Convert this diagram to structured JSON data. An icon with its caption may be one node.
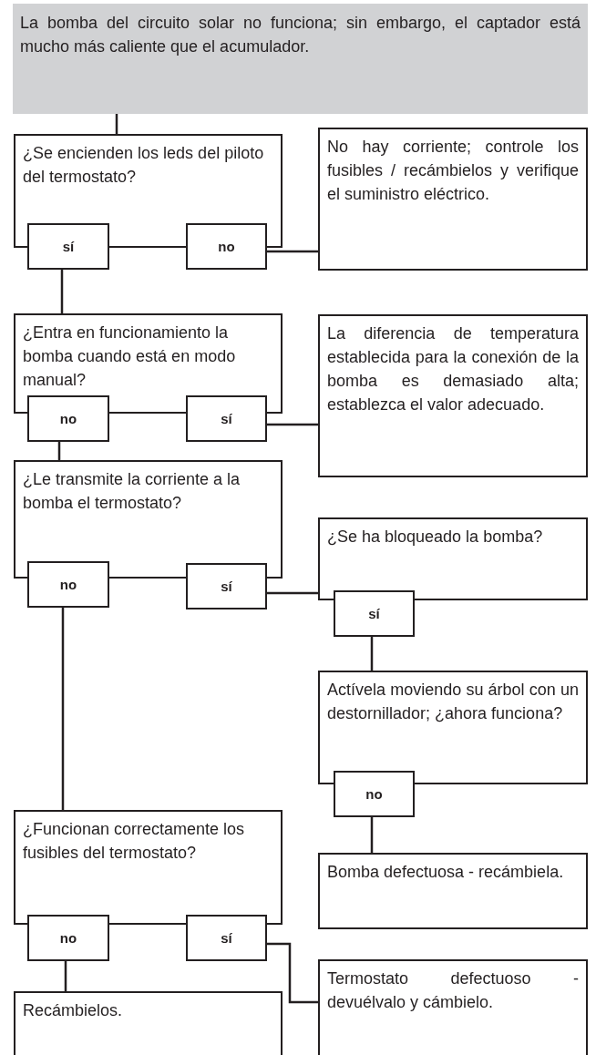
{
  "diagram": {
    "nodes": [
      {
        "text": [
          "La bomba del circuito solar no funciona; sin embargo, el captador está mucho más caliente que el acumulador."
        ]
      },
      {
        "text": [
          "¿Se encienden los leds del piloto del termostato?"
        ]
      },
      {
        "text": [
          "sí"
        ]
      },
      {
        "text": [
          "no"
        ]
      },
      {
        "text": [
          "No hay corriente; controle los fusibles / recámbielos y verifique el suministro eléctrico."
        ]
      },
      {
        "text": [
          "¿Entra en funcionamiento la bomba cuando está en modo manual?"
        ]
      },
      {
        "text": [
          "no"
        ]
      },
      {
        "text": [
          "sí"
        ]
      },
      {
        "text": [
          "La diferencia de temperatura establecida para la conexión de la bomba es demasiado alta; establezca el valor adecuado."
        ]
      },
      {
        "text": [
          "¿Le transmite la corriente a la bomba el termostato?"
        ]
      },
      {
        "text": [
          "no"
        ]
      },
      {
        "text": [
          "sí"
        ]
      },
      {
        "text": [
          "¿Se ha bloqueado la bomba?"
        ]
      },
      {
        "text": [
          "sí"
        ]
      },
      {
        "text": [
          "Actívela moviendo su árbol con un destornillador; ¿ahora funciona?"
        ]
      },
      {
        "text": [
          "no"
        ]
      },
      {
        "text": [
          "Bomba defectuosa - recámbiela."
        ]
      },
      {
        "text": [
          "¿Funcionan correctamente los fusibles del termostato?"
        ]
      },
      {
        "text": [
          "no"
        ]
      },
      {
        "text": [
          "sí"
        ]
      },
      {
        "text": [
          "Recámbielos."
        ]
      },
      {
        "text": [
          "Termostato defectuoso - devuélvalo y cámbielo."
        ]
      }
    ],
    "edges": [
      {
        "from": 0,
        "to": 1,
        "arrow": "none"
      },
      {
        "from": 3,
        "to": 4,
        "arrow": "none"
      },
      {
        "from": 2,
        "to": 5,
        "arrow": "none"
      },
      {
        "from": 7,
        "to": 8,
        "arrow": "none"
      },
      {
        "from": 6,
        "to": 9,
        "arrow": "none"
      },
      {
        "from": 11,
        "to": 12,
        "arrow": "none"
      },
      {
        "from": 13,
        "to": 14,
        "arrow": "none"
      },
      {
        "from": 15,
        "to": 16,
        "arrow": "none"
      },
      {
        "from": 10,
        "to": 17,
        "arrow": "none"
      },
      {
        "from": 18,
        "to": 20,
        "arrow": "none"
      },
      {
        "from": 19,
        "to": 21,
        "arrow": "none"
      }
    ]
  }
}
